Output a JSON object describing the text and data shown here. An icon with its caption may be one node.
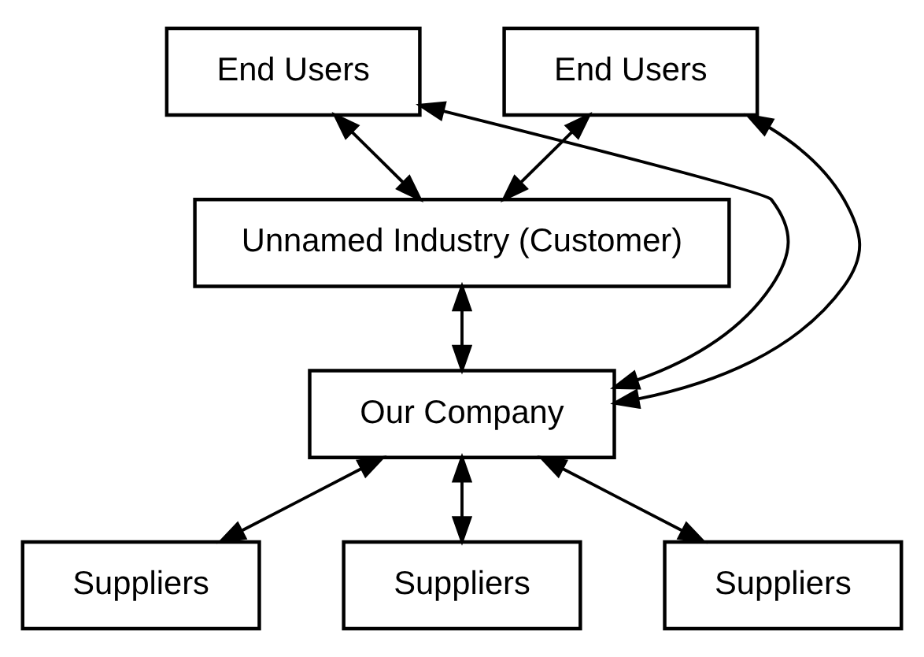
{
  "diagram": {
    "nodes": [
      {
        "text": [
          "End Users"
        ]
      },
      {
        "text": [
          "End Users"
        ]
      },
      {
        "text": [
          "Unnamed Industry (Customer)"
        ]
      },
      {
        "text": [
          "Our Company"
        ]
      },
      {
        "text": [
          "Suppliers"
        ]
      },
      {
        "text": [
          "Suppliers"
        ]
      },
      {
        "text": [
          "Suppliers"
        ]
      }
    ],
    "edges": [
      {
        "from": 2,
        "to": 0,
        "arrow": "both"
      },
      {
        "from": 2,
        "to": 1,
        "arrow": "both"
      },
      {
        "from": 3,
        "to": 2,
        "arrow": "both"
      },
      {
        "from": 3,
        "to": 0,
        "arrow": "both"
      },
      {
        "from": 3,
        "to": 1,
        "arrow": "both"
      },
      {
        "from": 3,
        "to": 4,
        "arrow": "both"
      },
      {
        "from": 3,
        "to": 5,
        "arrow": "both"
      },
      {
        "from": 3,
        "to": 6,
        "arrow": "both"
      }
    ]
  }
}
